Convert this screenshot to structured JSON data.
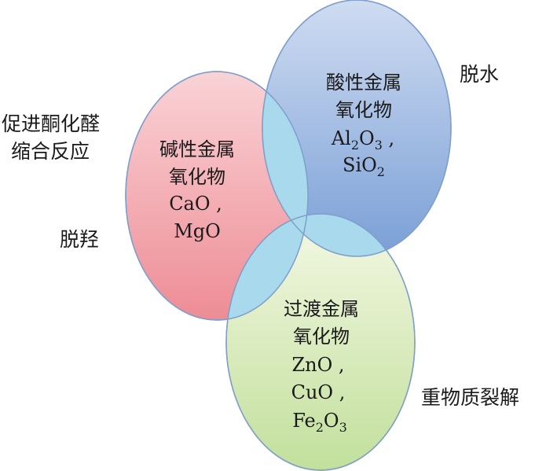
{
  "circles": {
    "basic": {
      "title": "碱性金属",
      "title2": "氧化物",
      "item1": "CaO ,",
      "item2": "MgO",
      "color_top": "#f9d3d6",
      "color_bottom": "#ee8c95",
      "stroke": "#7f9fcc"
    },
    "acidic": {
      "title": "酸性金属",
      "title2": "氧化物",
      "item1_a": "Al",
      "item1_b": "2",
      "item1_c": "O",
      "item1_d": "3",
      "item1_e": " ,",
      "item2_a": "SiO",
      "item2_b": "2",
      "color_top": "#cfdcf1",
      "color_bottom": "#7a9fd6",
      "stroke": "#7f9fcc"
    },
    "transition": {
      "title": "过渡金属",
      "title2": "氧化物",
      "item1": "ZnO ,",
      "item2": "CuO ,",
      "item3_a": "Fe",
      "item3_b": "2",
      "item3_c": "O",
      "item3_d": "3",
      "color_top": "#f4f8e4",
      "color_bottom": "#c2e09c",
      "stroke": "#7f9fcc"
    },
    "overlap_color": "#a8d9ec"
  },
  "labels": {
    "condensation_line1": "促进酮化醛",
    "condensation_line2": "缩合反应",
    "dehydroxylation": "脱羟",
    "dehydration": "脱水",
    "heavy_cracking": "重物质裂解"
  }
}
